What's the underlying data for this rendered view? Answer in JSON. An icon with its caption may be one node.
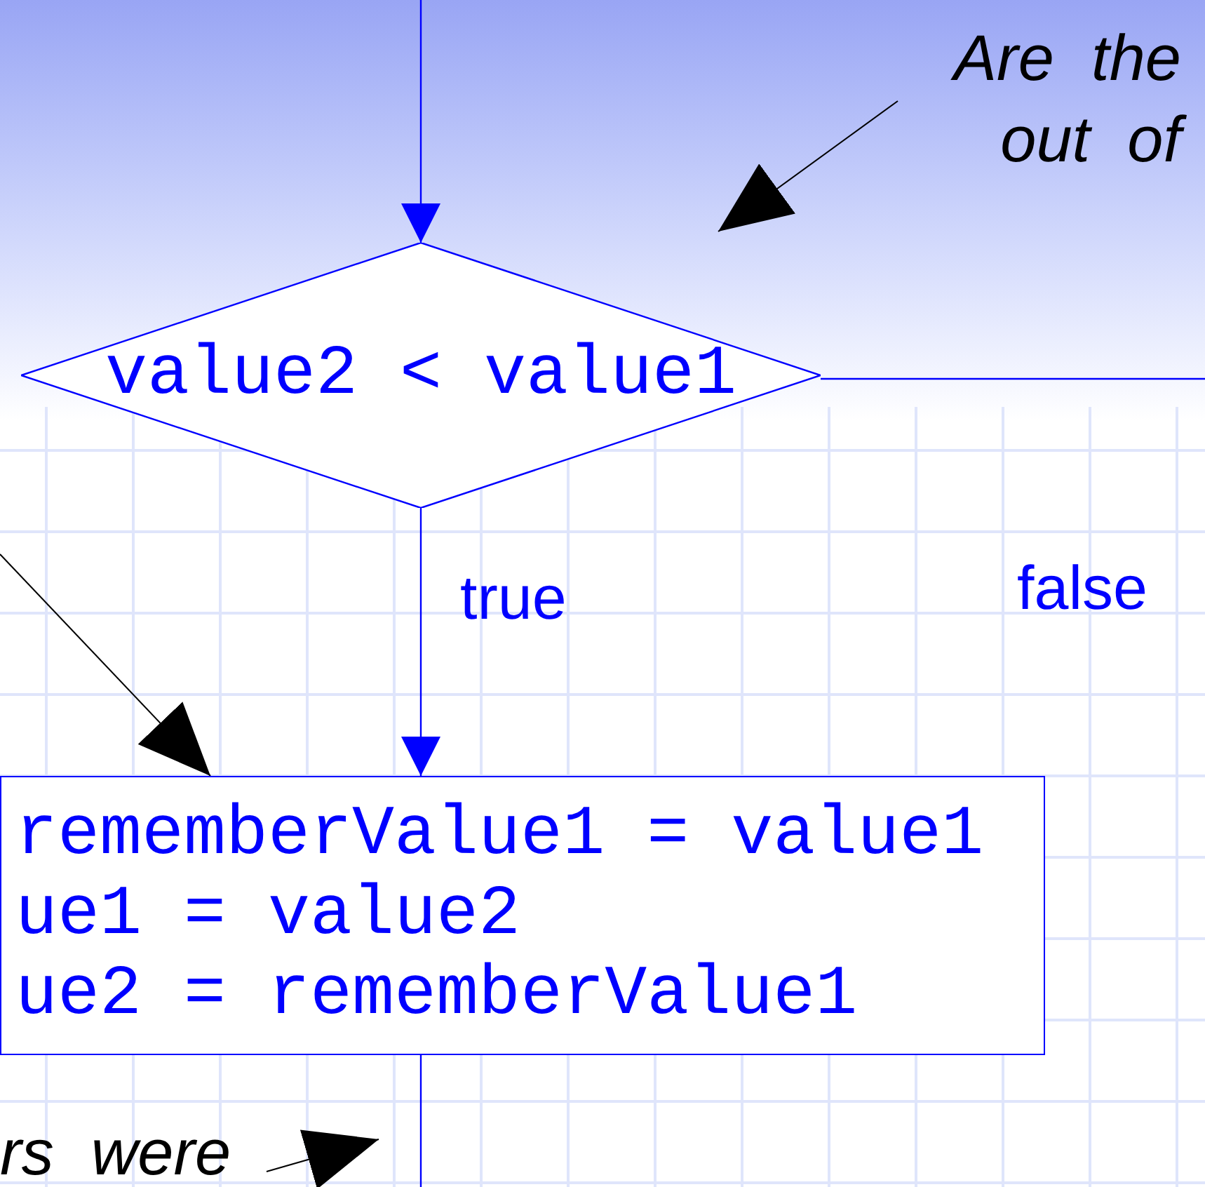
{
  "diagram": {
    "nodes": [
      {
        "text": [
          "value2 < value1"
        ]
      },
      {
        "text": [
          "rememberValue1 = value1",
          "ue1 = value2",
          "ue2 = rememberValue1"
        ]
      },
      {
        "text": [
          "Are the out of"
        ]
      },
      {
        "text": [
          "rs were"
        ]
      }
    ],
    "edges": [
      {
        "from": null,
        "to": 0,
        "arrow": "to"
      },
      {
        "from": 0,
        "to": 1,
        "arrow": "to",
        "label": "true"
      },
      {
        "from": 0,
        "to": null,
        "arrow": "none",
        "label": "false"
      },
      {
        "from": 1,
        "to": null,
        "arrow": "none"
      },
      {
        "from": 2,
        "to": null,
        "arrow": "to",
        "color": "#000000"
      },
      {
        "from": null,
        "to": 1,
        "arrow": "to",
        "color": "#000000"
      },
      {
        "from": 3,
        "to": null,
        "arrow": "to",
        "color": "#000000"
      }
    ]
  }
}
